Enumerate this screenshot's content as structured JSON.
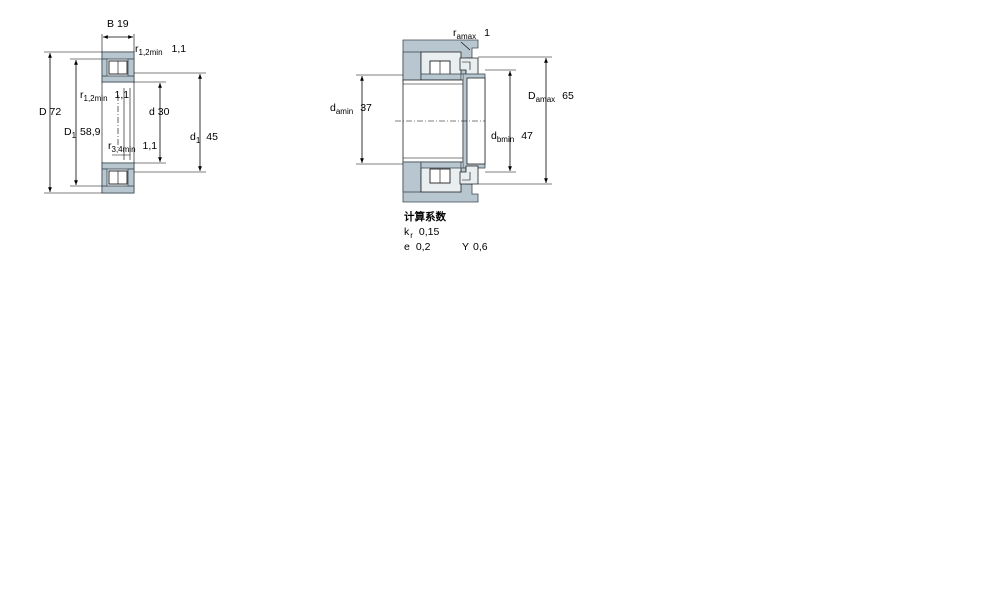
{
  "left_drawing": {
    "B": {
      "symbol": "B",
      "value": "19"
    },
    "D": {
      "symbol": "D",
      "value": "72"
    },
    "D1": {
      "symbol": "D",
      "sub": "1",
      "value": "58,9"
    },
    "d": {
      "symbol": "d",
      "value": "30"
    },
    "d1": {
      "symbol": "d",
      "sub": "1",
      "value": "45"
    },
    "r12_top": {
      "symbol": "r",
      "sub": "1,2min",
      "value": "1,1"
    },
    "r12_mid": {
      "symbol": "r",
      "sub": "1,2min",
      "value": "1,1"
    },
    "r34": {
      "symbol": "r",
      "sub": "3,4min",
      "value": "1,1"
    }
  },
  "right_drawing": {
    "ra": {
      "symbol": "r",
      "sub": "amax",
      "value": "1"
    },
    "da": {
      "symbol": "d",
      "sub": "amin",
      "value": "37"
    },
    "Da": {
      "symbol": "D",
      "sub": "amax",
      "value": "65"
    },
    "db": {
      "symbol": "d",
      "sub": "bmin",
      "value": "47"
    }
  },
  "calc": {
    "title": "计算系数",
    "kr_symbol": "k",
    "kr_sub": "r",
    "kr_value": "0,15",
    "e_symbol": "e",
    "e_value": "0,2",
    "Y_symbol": "Y",
    "Y_value": "0,6"
  }
}
